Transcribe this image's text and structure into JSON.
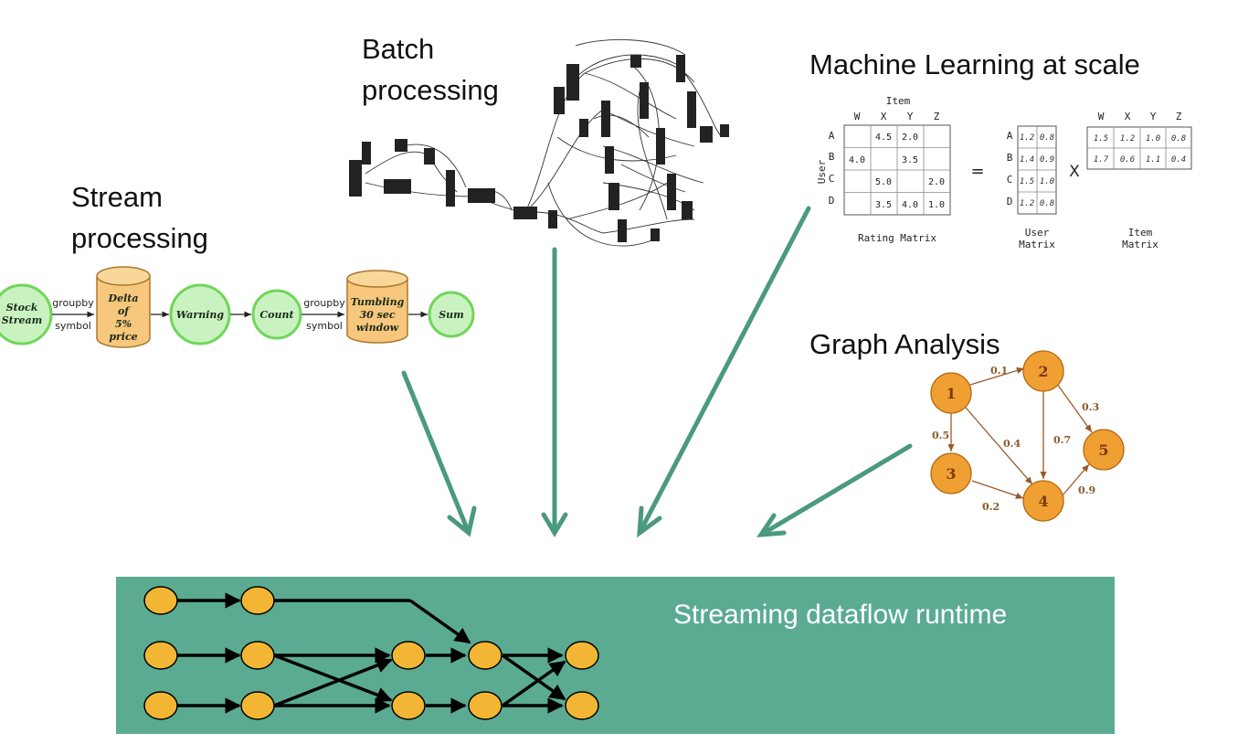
{
  "labels": {
    "batch_line1": "Batch",
    "batch_line2": "processing",
    "stream_line1": "Stream",
    "stream_line2": "processing",
    "ml": "Machine Learning at scale",
    "graph": "Graph Analysis",
    "runtime": "Streaming dataflow runtime"
  },
  "stream_pipeline": {
    "source": [
      "Stock",
      "Stream"
    ],
    "edge1": [
      "groupby",
      "symbol"
    ],
    "db1": [
      "Delta",
      "of",
      "5%",
      "price"
    ],
    "warning": "Warning",
    "count": "Count",
    "edge2": [
      "groupby",
      "symbol"
    ],
    "db2": [
      "Tumbling",
      "30 sec",
      "window"
    ],
    "sum": "Sum"
  },
  "matrix": {
    "item_header": "Item",
    "user_header": "User",
    "cols": [
      "W",
      "X",
      "Y",
      "Z"
    ],
    "rows": [
      "A",
      "B",
      "C",
      "D"
    ],
    "rating_cells": [
      [
        "",
        "4.5",
        "2.0",
        ""
      ],
      [
        "4.0",
        "",
        "3.5",
        ""
      ],
      [
        "",
        "5.0",
        "",
        "2.0"
      ],
      [
        "",
        "3.5",
        "4.0",
        "1.0"
      ]
    ],
    "equals": "=",
    "times": "X",
    "user_matrix": [
      [
        "1.2",
        "0.8"
      ],
      [
        "1.4",
        "0.9"
      ],
      [
        "1.5",
        "1.0"
      ],
      [
        "1.2",
        "0.8"
      ]
    ],
    "item_matrix": [
      [
        "1.5",
        "1.2",
        "1.0",
        "0.8"
      ],
      [
        "1.7",
        "0.6",
        "1.1",
        "0.4"
      ]
    ],
    "caption_rating": "Rating Matrix",
    "caption_user": [
      "User",
      "Matrix"
    ],
    "caption_item": [
      "Item",
      "Matrix"
    ]
  },
  "graph": {
    "nodes": [
      "1",
      "2",
      "3",
      "4",
      "5"
    ],
    "weights": {
      "e12": "0.1",
      "e13": "0.5",
      "e14": "0.4",
      "e24": "0.7",
      "e25": "0.3",
      "e34": "0.2",
      "e45": "0.9"
    }
  },
  "colors": {
    "runtime_bg": "#5aab91",
    "arrow": "#4a9a7c",
    "runtime_node": "#f3b634",
    "stream_node_fill": "#c9f2c0",
    "stream_node_stroke": "#6fd65a",
    "db_fill": "#f6c77c",
    "graph_node": "#f0a032"
  }
}
